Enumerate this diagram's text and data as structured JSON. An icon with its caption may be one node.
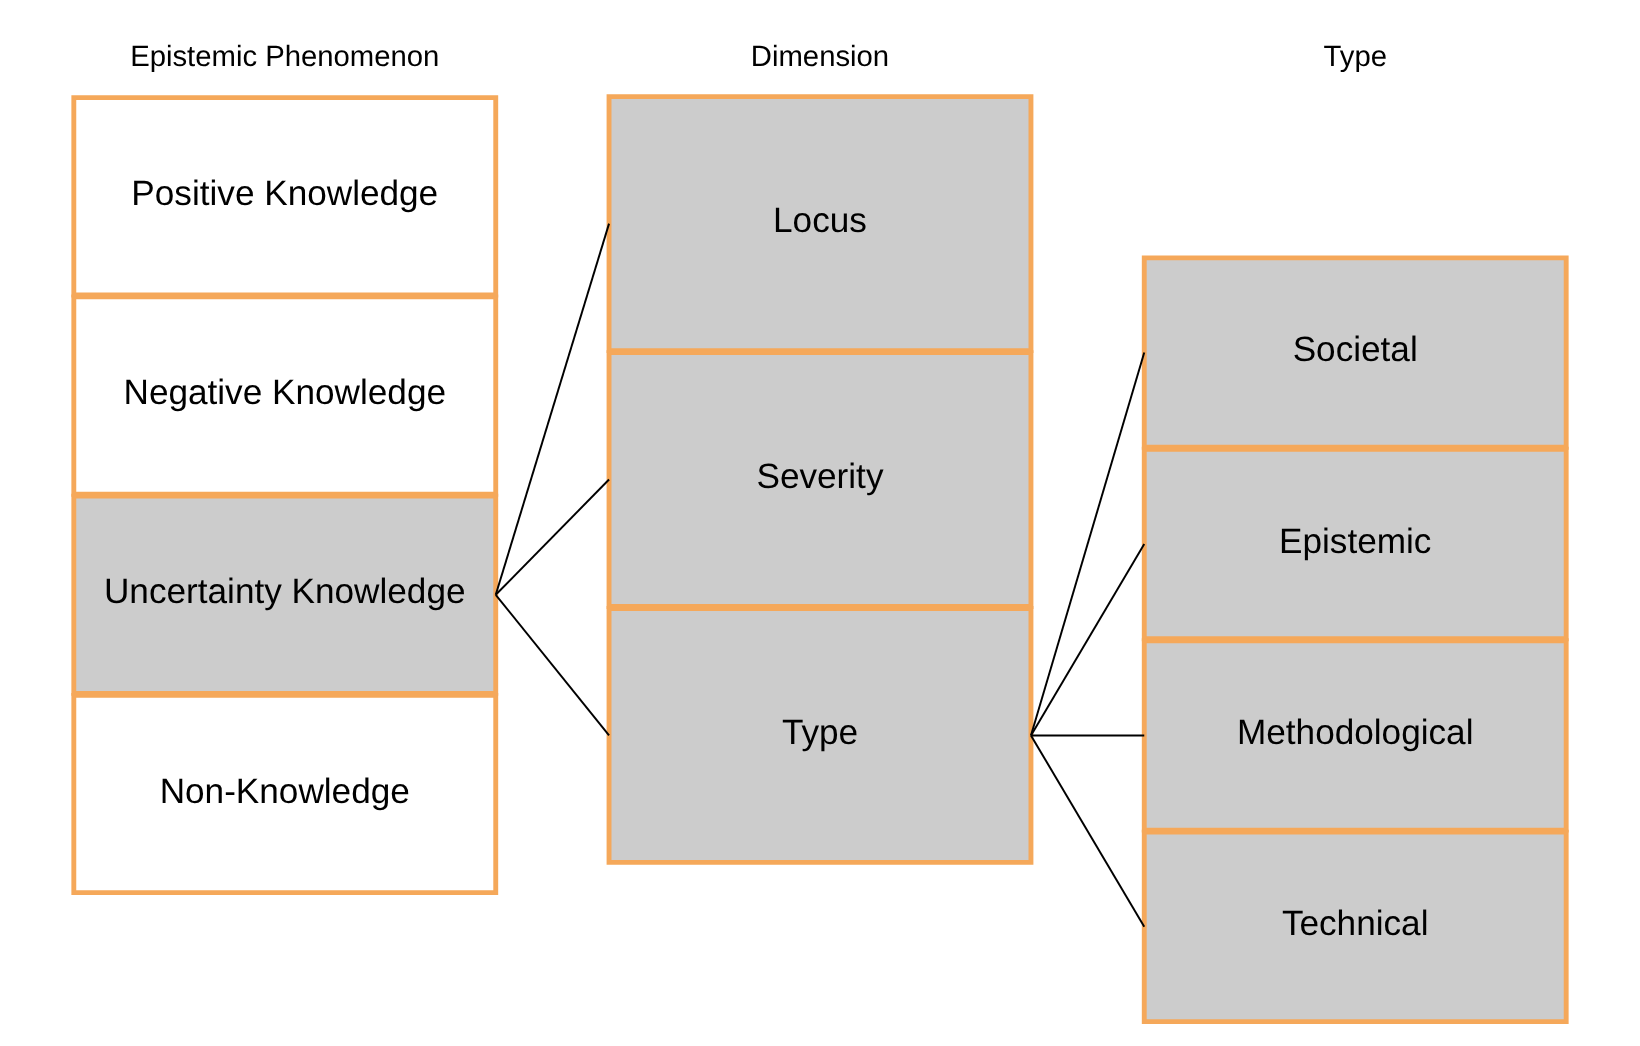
{
  "diagram": {
    "nodes": [
      {
        "text": [
          "Positive Knowledge"
        ]
      },
      {
        "text": [
          "Negative Knowledge"
        ]
      },
      {
        "text": [
          "Uncertainty Knowledge"
        ]
      },
      {
        "text": [
          "Non-Knowledge"
        ]
      },
      {
        "text": [
          "Locus"
        ]
      },
      {
        "text": [
          "Severity"
        ]
      },
      {
        "text": [
          "Type"
        ]
      },
      {
        "text": [
          "Societal"
        ]
      },
      {
        "text": [
          "Epistemic"
        ]
      },
      {
        "text": [
          "Methodological"
        ]
      },
      {
        "text": [
          "Technical"
        ]
      }
    ],
    "edges": [
      {
        "from": 2,
        "to": 4,
        "arrow": "none"
      },
      {
        "from": 2,
        "to": 5,
        "arrow": "none"
      },
      {
        "from": 2,
        "to": 6,
        "arrow": "none"
      },
      {
        "from": 6,
        "to": 7,
        "arrow": "none"
      },
      {
        "from": 6,
        "to": 8,
        "arrow": "none"
      },
      {
        "from": 6,
        "to": 9,
        "arrow": "none"
      },
      {
        "from": 6,
        "to": 10,
        "arrow": "none"
      }
    ],
    "labels": [
      "Epistemic Phenomenon",
      "Dimension",
      "Type"
    ]
  }
}
